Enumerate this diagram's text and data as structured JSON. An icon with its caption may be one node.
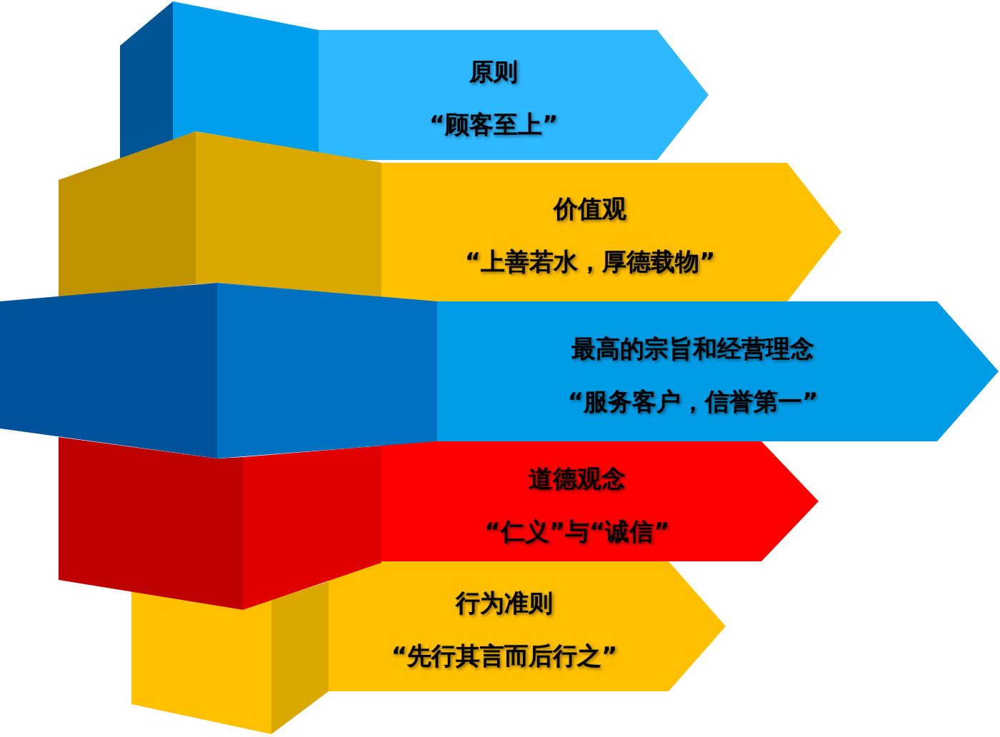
{
  "diagram": {
    "nodes": [
      {
        "text": [
          "原则",
          "“顾客至上”"
        ]
      },
      {
        "text": [
          "价值观",
          "“上善若水，厚德载物”"
        ]
      },
      {
        "text": [
          "最高的宗旨和经营理念",
          "“服务客户，信誉第一”"
        ]
      },
      {
        "text": [
          "道德观念",
          "“仁义”与“诚信”"
        ]
      },
      {
        "text": [
          "行为准则",
          "“先行其言而后行之”"
        ]
      }
    ]
  }
}
